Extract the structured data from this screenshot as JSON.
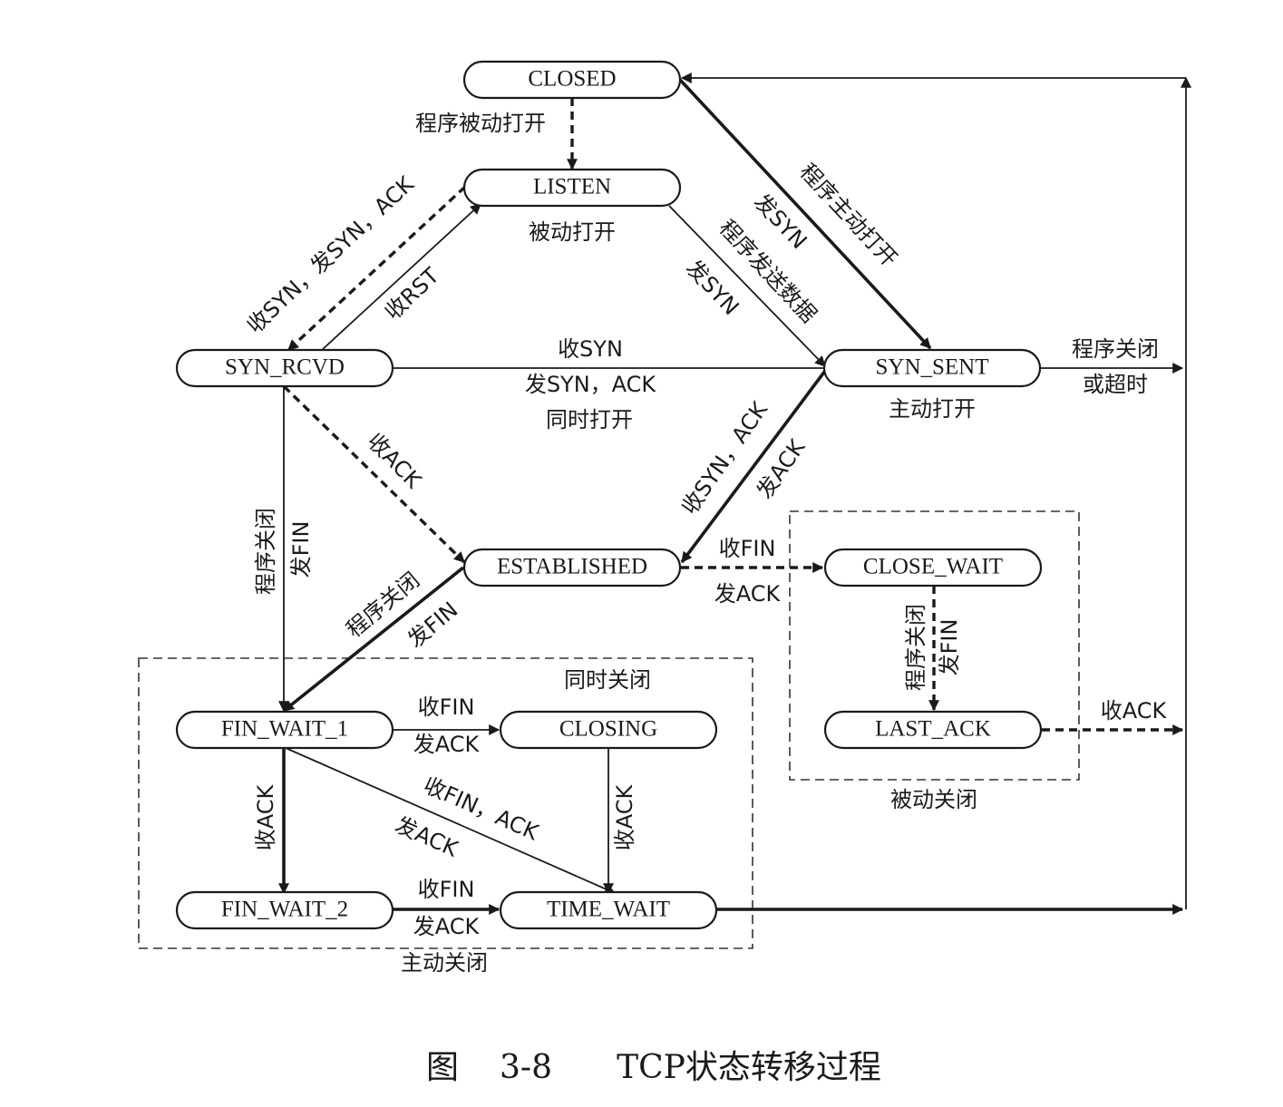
{
  "states": {
    "closed": "CLOSED",
    "listen": "LISTEN",
    "syn_rcvd": "SYN_RCVD",
    "syn_sent": "SYN_SENT",
    "established": "ESTABLISHED",
    "close_wait": "CLOSE_WAIT",
    "last_ack": "LAST_ACK",
    "fin_wait_1": "FIN_WAIT_1",
    "closing": "CLOSING",
    "fin_wait_2": "FIN_WAIT_2",
    "time_wait": "TIME_WAIT"
  },
  "labels": {
    "passive_open_prog": "程序被动打开",
    "passive_open": "被动打开",
    "recv_syn_send_synack": "收SYN，发SYN，ACK",
    "recv_rst": "收RST",
    "send_syn_top": "发SYN",
    "active_open_prog": "程序主动打开",
    "prog_send_data": "程序发送数据",
    "send_syn_mid": "发SYN",
    "simul_recv_syn": "收SYN",
    "simul_send_synack": "发SYN，ACK",
    "simul_open": "同时打开",
    "active_open": "主动打开",
    "prog_close_or_timeout_1": "程序关闭",
    "prog_close_or_timeout_2": "或超时",
    "recv_ack_est": "收ACK",
    "recv_synack": "收SYN，ACK",
    "send_ack_est": "发ACK",
    "prog_close_left": "程序关闭",
    "send_fin_left": "发FIN",
    "prog_close_est": "程序关闭",
    "send_fin_est": "发FIN",
    "recv_fin_cw": "收FIN",
    "send_ack_cw": "发ACK",
    "prog_close_cw": "程序关闭",
    "send_fin_cw": "发FIN",
    "recv_ack_last": "收ACK",
    "passive_close": "被动关闭",
    "simul_close": "同时关闭",
    "recv_fin_closing": "收FIN",
    "send_ack_closing": "发ACK",
    "recv_ack_fw1": "收ACK",
    "recv_finack": "收FIN，ACK",
    "send_ack_diag": "发ACK",
    "recv_ack_closing": "收ACK",
    "recv_fin_fw2": "收FIN",
    "send_ack_fw2": "发ACK",
    "active_close": "主动关闭"
  },
  "caption": {
    "figure": "图",
    "number": "3-8",
    "title": "TCP状态转移过程"
  }
}
